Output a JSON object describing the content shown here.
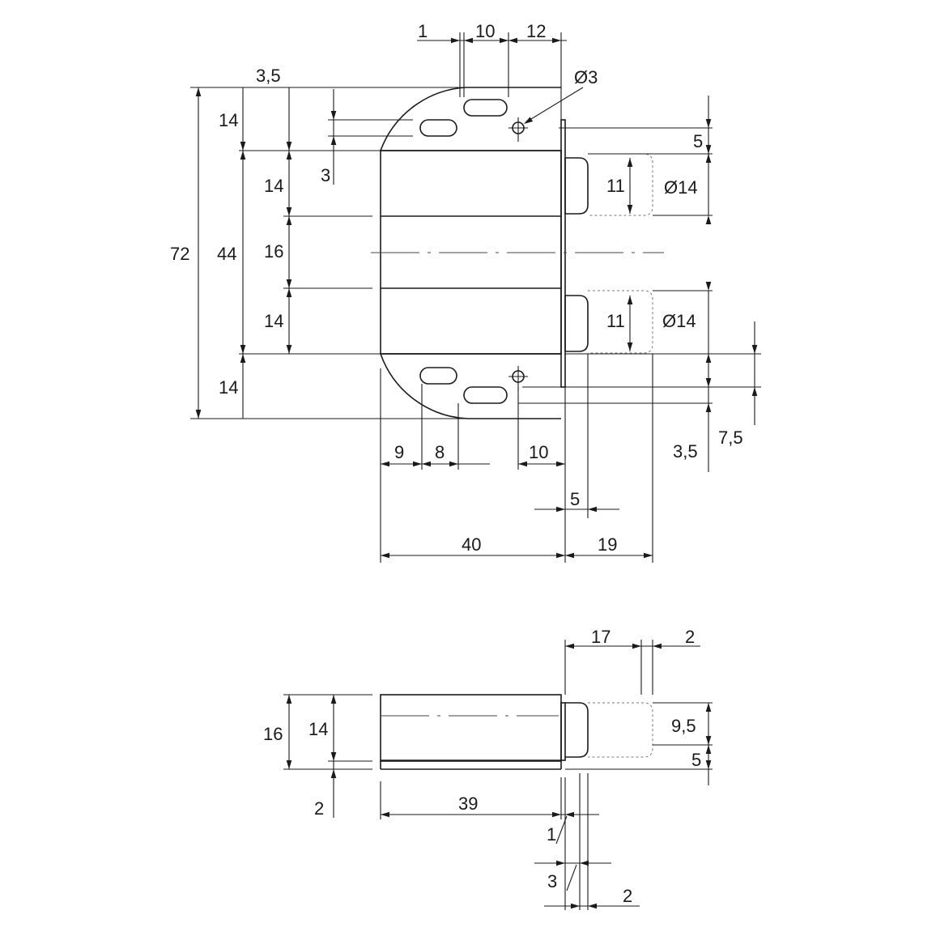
{
  "colors": {
    "ink": "#1a1a1a",
    "paper": "#ffffff"
  },
  "top_view": {
    "height_total": "72",
    "height_body": "44",
    "left_14_top": "14",
    "left_14_bottom": "14",
    "mid_14_top": "14",
    "mid_16": "16",
    "mid_14_bottom": "14",
    "slot_offset": "3",
    "top_offset": "3,5",
    "top_1": "1",
    "top_10": "10",
    "top_12": "12",
    "hole_diameter": "Ø3",
    "right_5": "5",
    "plunger_inner_top": "11",
    "plunger_outer_top": "Ø14",
    "plunger_inner_bottom": "11",
    "plunger_outer_bottom": "Ø14",
    "right_3_5": "3,5",
    "right_7_5": "7,5",
    "bottom_9": "9",
    "bottom_8": "8",
    "bottom_10": "10",
    "bottom_5": "5",
    "bottom_40": "40",
    "bottom_19": "19"
  },
  "side_view": {
    "height_16": "16",
    "height_14": "14",
    "base_2": "2",
    "length_39": "39",
    "top_17": "17",
    "top_2": "2",
    "right_9_5": "9,5",
    "right_5": "5",
    "bottom_1": "1",
    "bottom_3": "3",
    "bottom_2": "2"
  }
}
